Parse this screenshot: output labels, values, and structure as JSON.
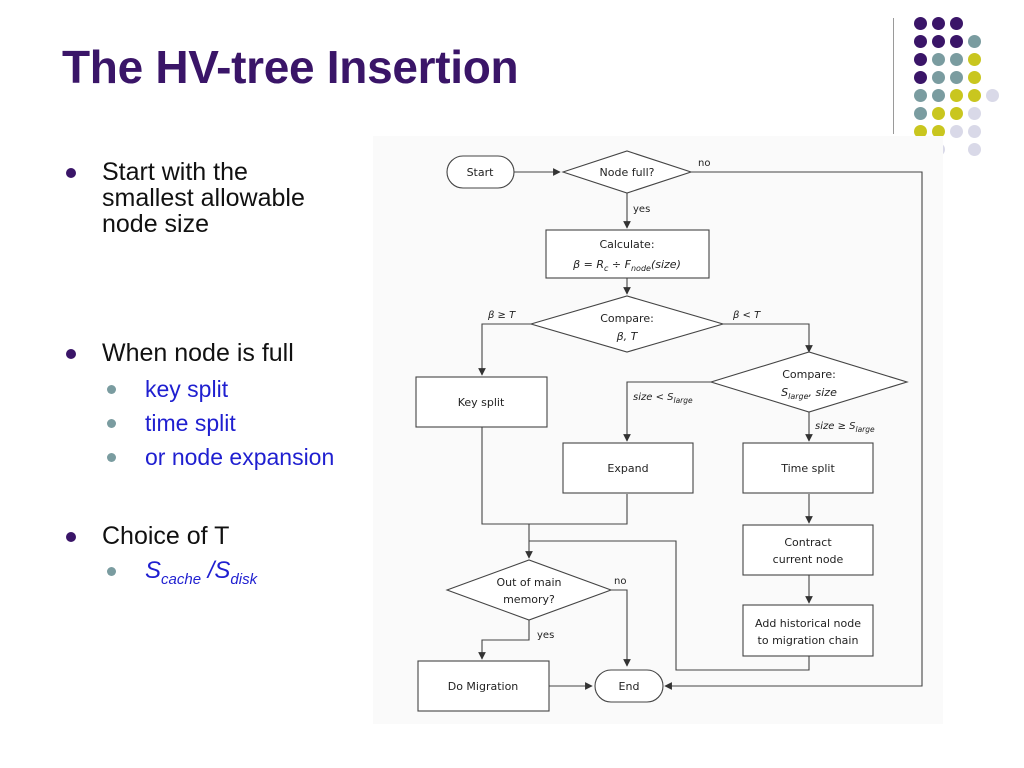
{
  "slide": {
    "title": "The HV-tree Insertion",
    "bullets": [
      {
        "text": "Start with the smallest allowable node size",
        "lines": [
          "Start with the",
          "smallest allowable",
          "node size"
        ]
      },
      {
        "text": "When node is full",
        "sub": [
          "key split",
          "time split",
          "or node expansion"
        ]
      },
      {
        "text": "Choice of T",
        "sub_formula": {
          "s1": "S",
          "s1_sub": "cache",
          "sep": " /",
          "s2": "S",
          "s2_sub": "disk"
        }
      }
    ]
  },
  "colors": {
    "title": "#3a1568",
    "purple": "#3a1568",
    "teal": "#7a9ca0",
    "yellow": "#c9c61f",
    "lavender": "#d9d9e8",
    "sub_text": "#1f1fd0"
  },
  "flowchart": {
    "start": "Start",
    "node_full": "Node full?",
    "no1": "no",
    "yes1": "yes",
    "calc_line1": "Calculate:",
    "calc_line2": {
      "beta": "β",
      "eq": " = ",
      "r": "R",
      "r_sub": "c",
      "div": " ÷ ",
      "f": "F",
      "f_sub": "node",
      "arg": "(size)"
    },
    "compare1_line1": "Compare:",
    "compare1_line2": "β, T",
    "beta_ge_t": "β ≥ T",
    "beta_lt_t": "β < T",
    "key_split": "Key split",
    "compare2_line1": "Compare:",
    "compare2_line2": {
      "s": "S",
      "s_sub": "large",
      "rest": ", size"
    },
    "size_lt": {
      "pre": "size < ",
      "s": "S",
      "s_sub": "large"
    },
    "size_ge": {
      "pre": "size ≥ ",
      "s": "S",
      "s_sub": "large"
    },
    "expand": "Expand",
    "time_split": "Time split",
    "contract_line1": "Contract",
    "contract_line2": "current node",
    "add_line1": "Add historical node",
    "add_line2": "to migration chain",
    "out_line1": "Out of main",
    "out_line2": "memory?",
    "no2": "no",
    "yes2": "yes",
    "do_migration": "Do Migration",
    "end": "End"
  }
}
